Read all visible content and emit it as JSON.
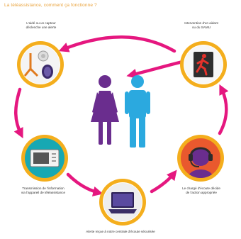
{
  "title": "La téléassistance, comment ça fonctionne ?",
  "steps": [
    {
      "label_line1": "L'aidé ou un capteur",
      "label_line2": "déclenche une alerte",
      "icon": "alarm-pendant-icon"
    },
    {
      "label_line1": "Transmission de l'information",
      "label_line2": "via l'appareil de téléassistance",
      "icon": "teleassistance-device-icon"
    },
    {
      "label_line1": "Alerte reçue à notre centrale d'écoute sécurisée",
      "label_line2": "",
      "icon": "laptop-icon"
    },
    {
      "label_line1": "Le chargé d'écoute décide",
      "label_line2": "de l'action appropriée",
      "icon": "headset-operator-icon"
    },
    {
      "label_line1": "Intervention d'un aidant",
      "label_line2": "ou du SAMU",
      "icon": "running-person-icon"
    }
  ],
  "colors": {
    "arrow": "#e5177f",
    "ring": "#f4ae1d",
    "woman": "#6a2d8e",
    "man": "#2ba9df",
    "title": "#e9a23b"
  }
}
